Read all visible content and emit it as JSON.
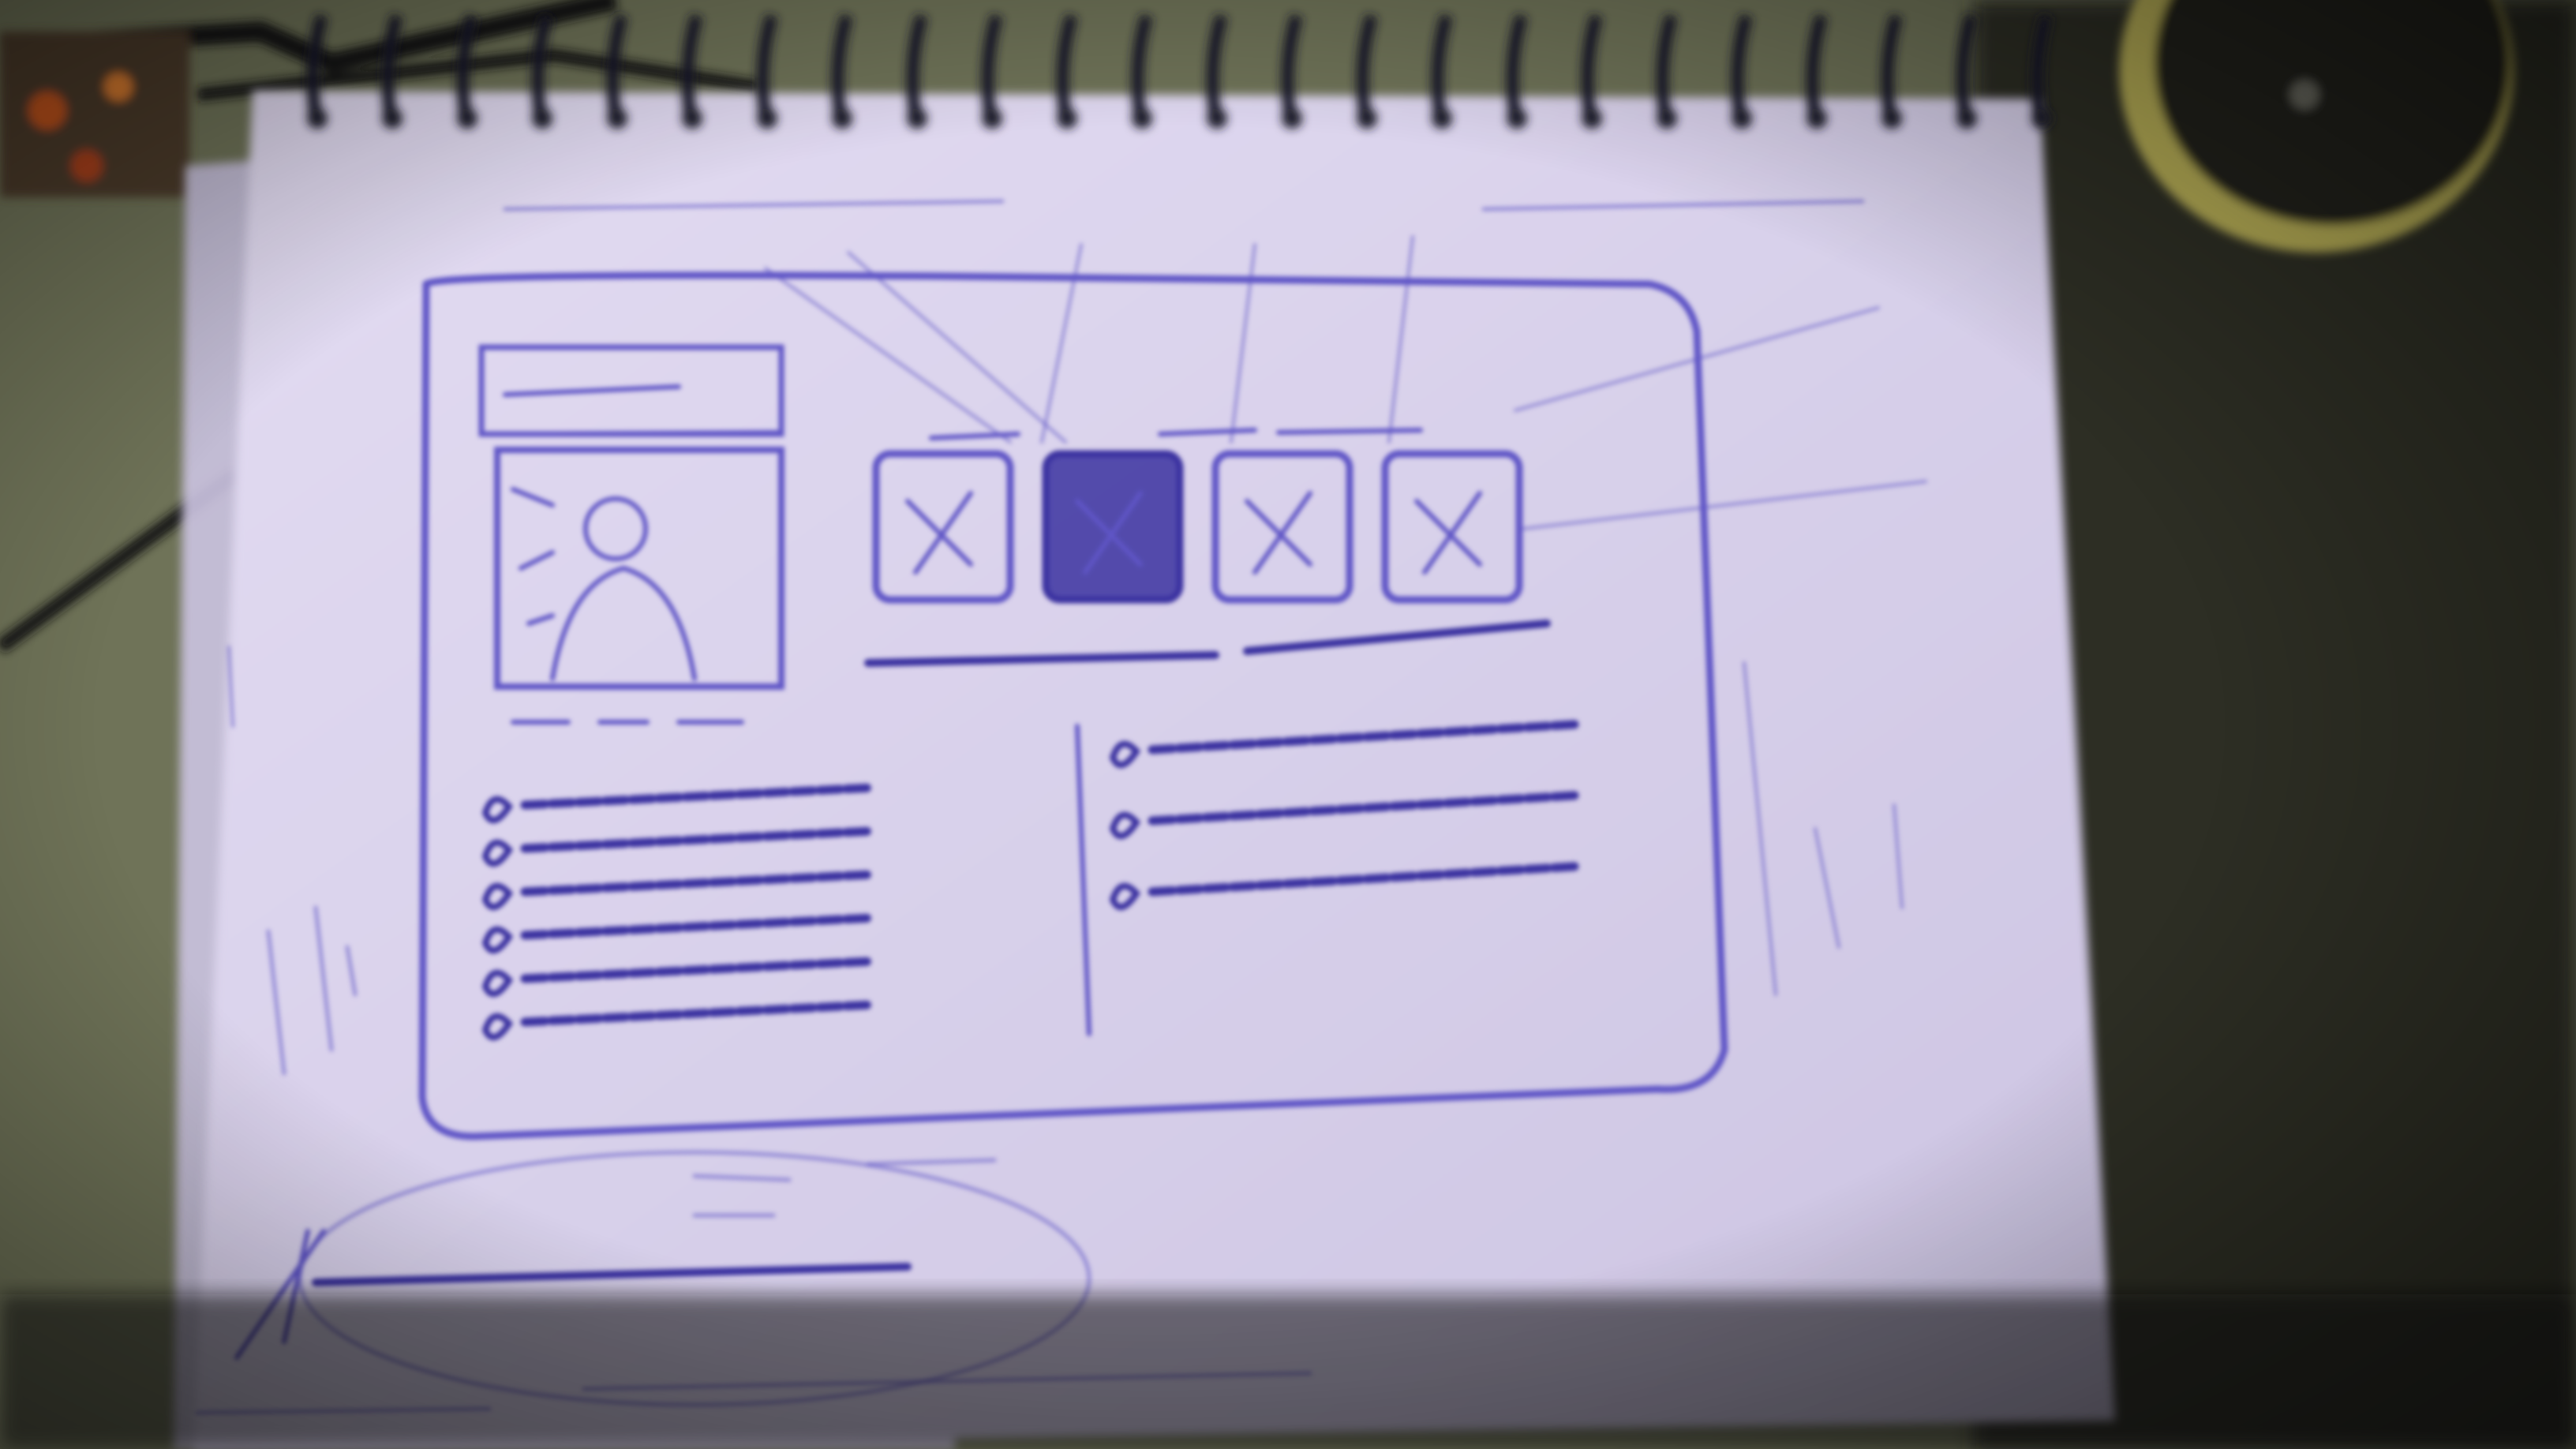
{
  "photo": {
    "subject": "",
    "text_legible": false
  },
  "palette": {
    "desk": "#6f7358",
    "desk_dark": "#24241d",
    "paper": "#ccc4e2",
    "paper_highlight": "#e3dcf2",
    "ink": "#5f55c6",
    "ink_dark": "#3b32a0",
    "spiral": "#1e1e2a",
    "mug": "#23231e",
    "mug_rim": "#b7ae57",
    "cable": "#121212"
  },
  "sketch": {
    "thumbnail_tiles": 4,
    "left_text_lines": 6,
    "right_text_lines": 3
  }
}
